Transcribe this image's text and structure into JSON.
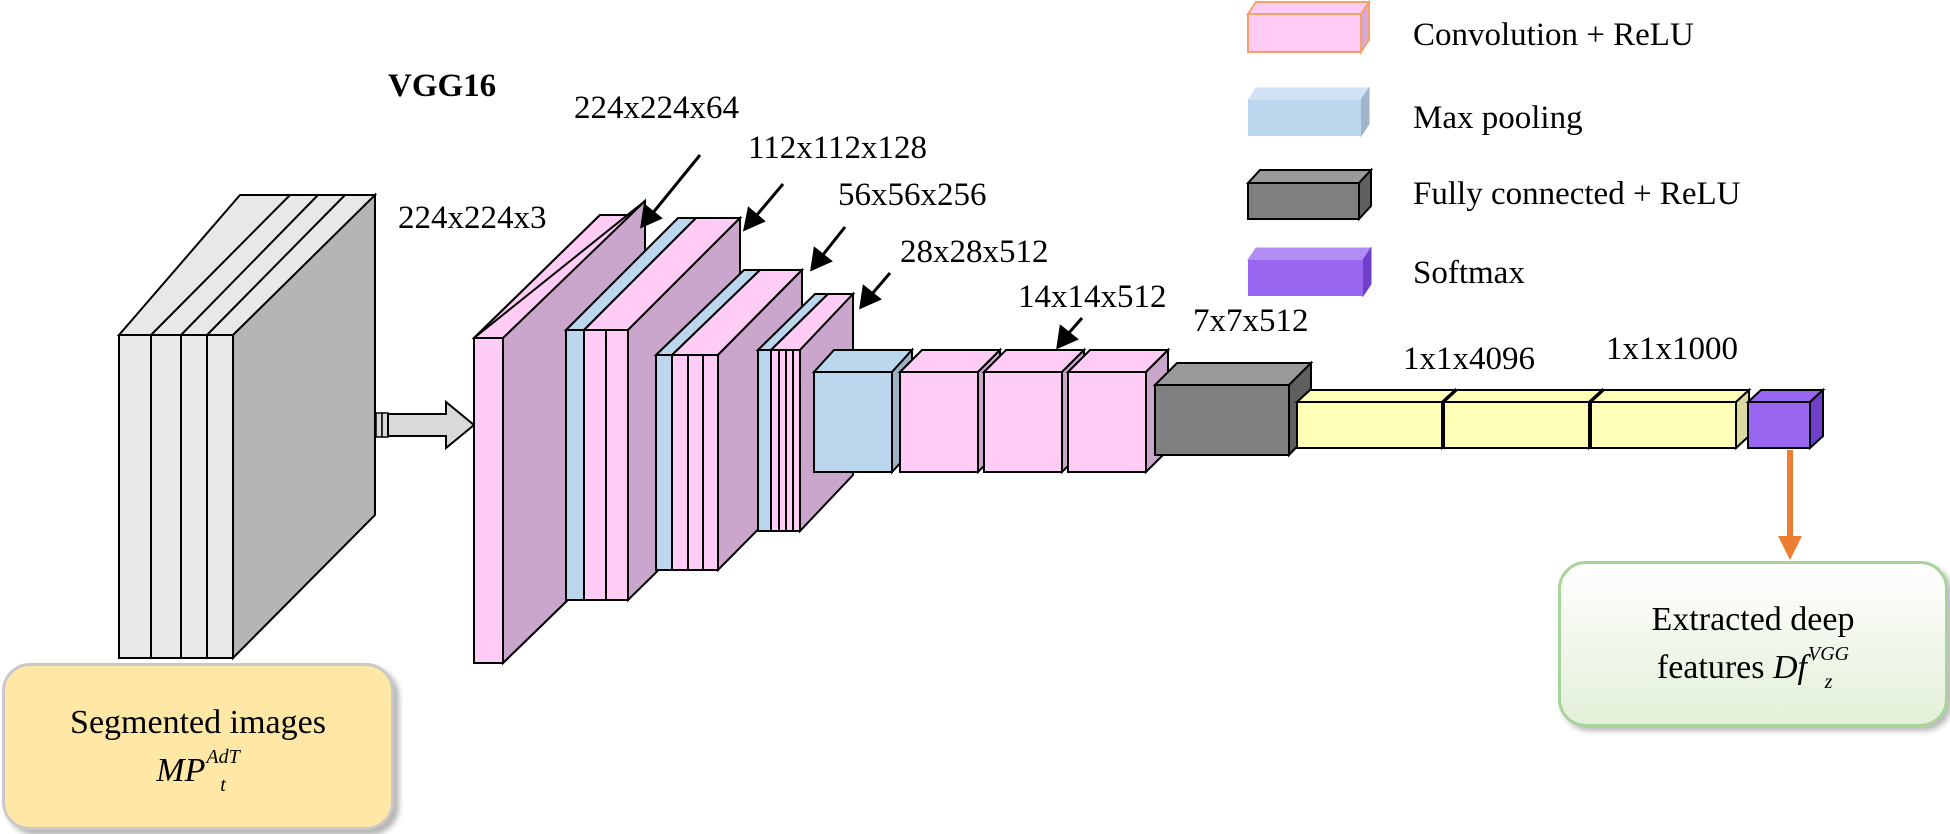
{
  "title": "VGG16",
  "input_label": "224x224x3",
  "layer_labels": {
    "conv1": "224x224x64",
    "conv2": "112x112x128",
    "conv3": "56x56x256",
    "conv4": "28x28x512",
    "conv5": "14x14x512",
    "pool5": "7x7x512",
    "fc": "1x1x4096",
    "fc3": "1x1x1000"
  },
  "legend": [
    {
      "label": "Convolution + ReLU",
      "color": "#ffccf5"
    },
    {
      "label": "Max pooling",
      "color": "#bcd6ee"
    },
    {
      "label": "Fully connected + ReLU",
      "color": "#808080"
    },
    {
      "label": "Softmax",
      "color": "#9966f2"
    }
  ],
  "input_box": {
    "text": "Segmented images",
    "math_main": "MP",
    "math_sub": "t",
    "math_sup": "AdT"
  },
  "output_box": {
    "text_line1": "Extracted deep",
    "text_line2": "features",
    "math_main": "Df",
    "math_sub": "z",
    "math_sup": "VGG"
  },
  "colors": {
    "input_slab": "#e8e8e8",
    "conv_front": "#ffccf5",
    "conv_side": "#cba6cc",
    "pool_front": "#bcd6ee",
    "pool_side": "#9eb1c4",
    "fc_front": "#808080",
    "fc_top": "#9a9a9a",
    "fc_side": "#5f5f5f",
    "dense_front": "#ffffb8",
    "dense_side": "#d9d9a0",
    "softmax_front": "#9966f2",
    "softmax_side": "#6f3fc9",
    "arrow_out": "#ed7d31"
  }
}
